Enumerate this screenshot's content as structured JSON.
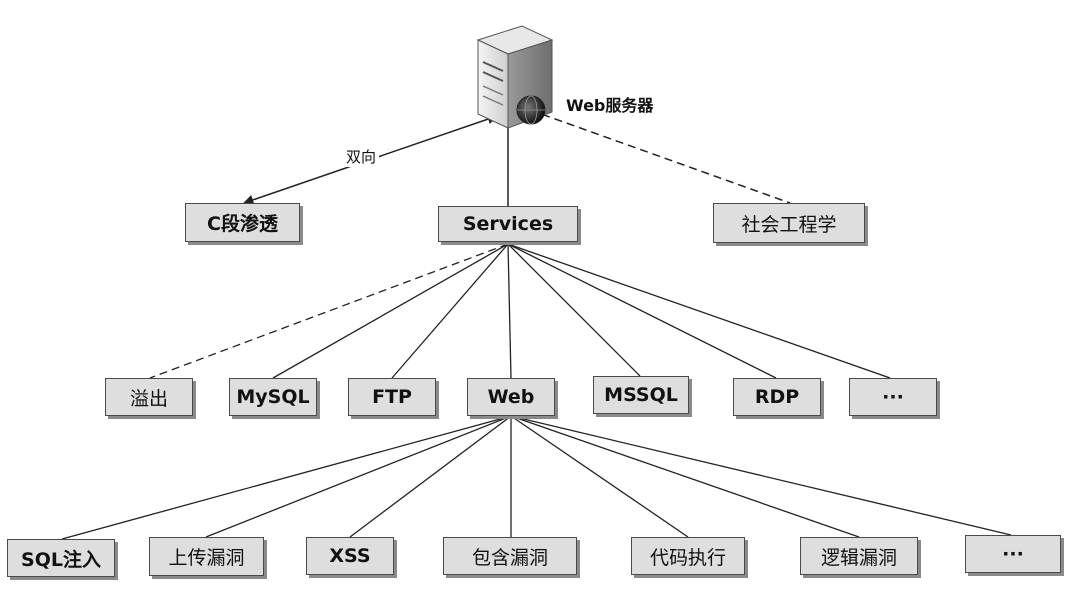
{
  "server": {
    "label": "Web服务器"
  },
  "edge_labels": {
    "bidirectional": "双向"
  },
  "level1": {
    "c_segment": "C段渗透",
    "services": "Services",
    "social": "社会工程学"
  },
  "level2": [
    "溢出",
    "MySQL",
    "FTP",
    "Web",
    "MSSQL",
    "RDP",
    "···"
  ],
  "level3": [
    "SQL注入",
    "上传漏洞",
    "XSS",
    "包含漏洞",
    "代码执行",
    "逻辑漏洞",
    "···"
  ],
  "colors": {
    "node_fill": "#dedede",
    "node_border": "#4a4a4a",
    "line": "#333333"
  }
}
